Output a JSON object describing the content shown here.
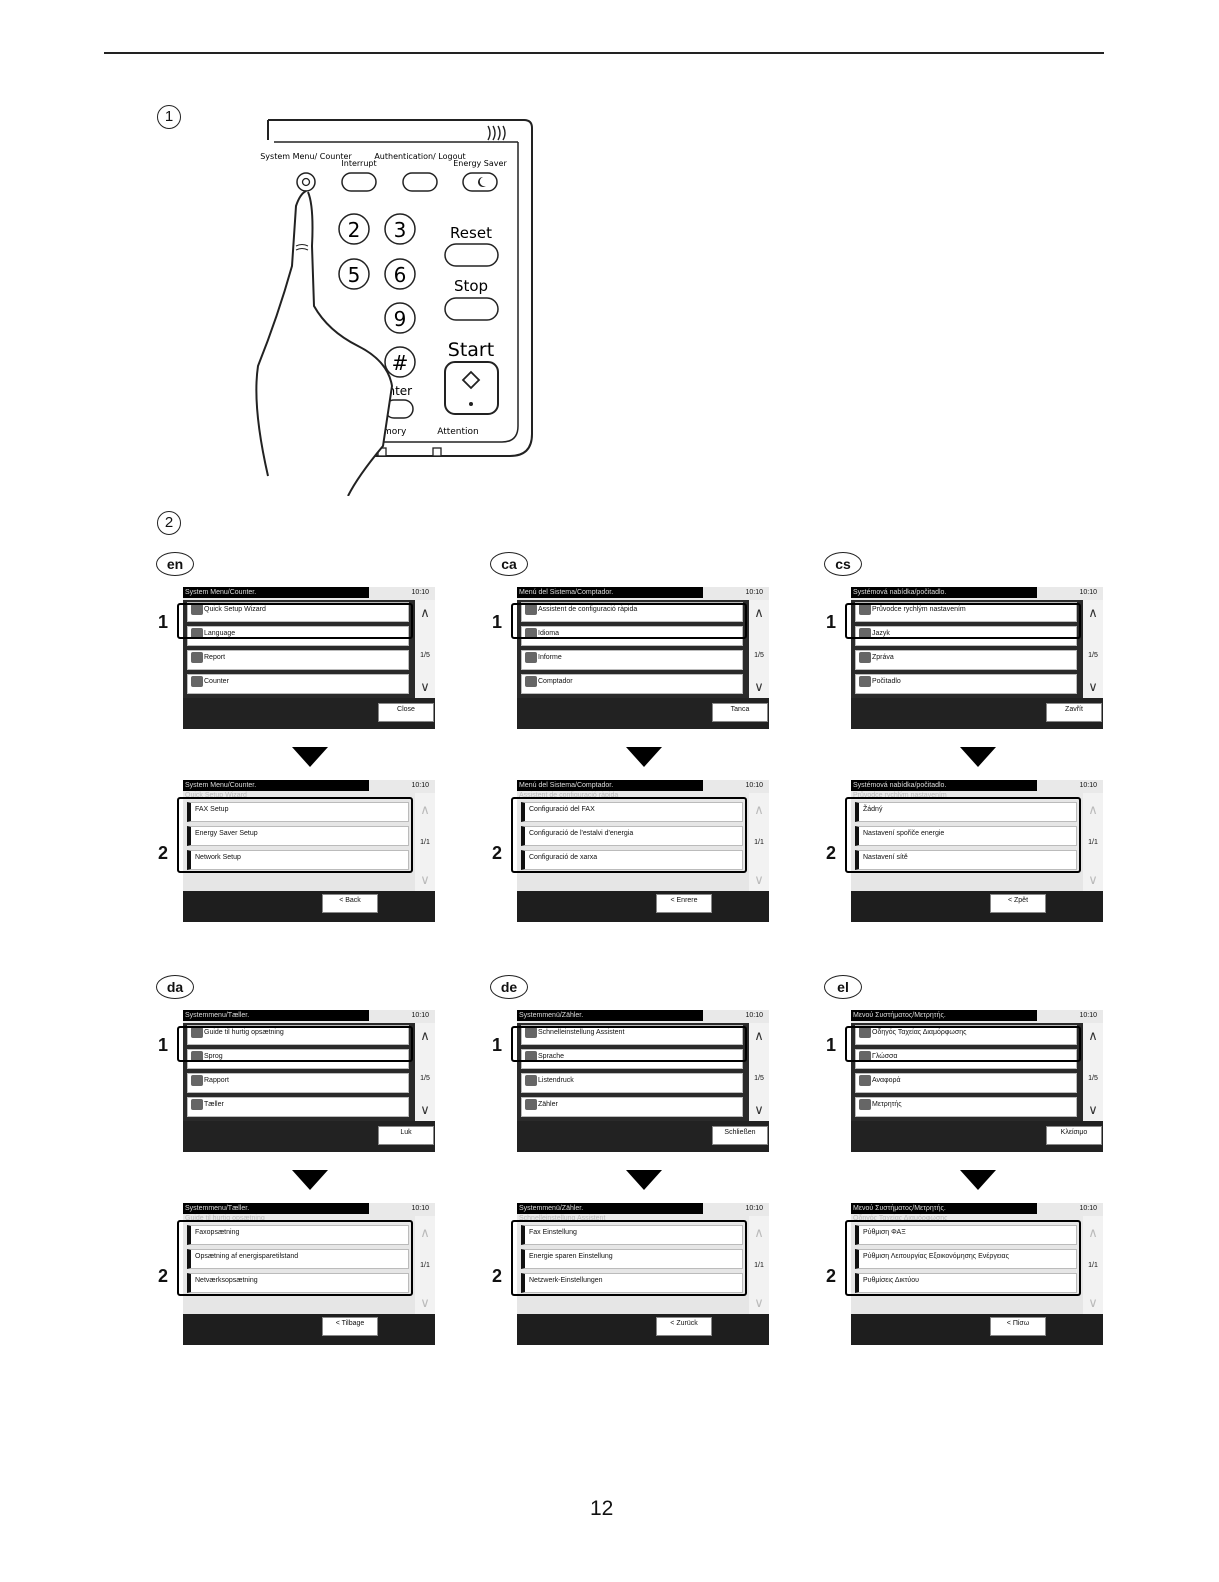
{
  "markers": {
    "step_one": "1",
    "step_two": "2"
  },
  "control_panel": {
    "buttons": [
      "System Menu/ Counter",
      "Interrupt",
      "Authentication/ Logout",
      "Energy Saver"
    ],
    "keys": [
      "2",
      "3",
      "5",
      "6",
      "9",
      "#"
    ],
    "reset_label": "Reset",
    "stop_label": "Stop",
    "start_label": "Start",
    "enter_label": "Enter",
    "memory_label": "Memory",
    "attention_label": "Attention"
  },
  "languages": [
    {
      "code": "en",
      "screen1": {
        "title": "System Menu/Counter.",
        "time": "10:10",
        "page": "1/5",
        "items": [
          "Quick Setup Wizard",
          "Language",
          "Report",
          "Counter"
        ],
        "button": "Close"
      },
      "screen2": {
        "title": "System Menu/Counter.",
        "subtitle": "Quick Setup Wizard",
        "time": "10:10",
        "page": "1/1",
        "items": [
          "FAX Setup",
          "Energy Saver Setup",
          "Network Setup"
        ],
        "button": "< Back"
      }
    },
    {
      "code": "ca",
      "screen1": {
        "title": "Menú del Sistema/Comptador.",
        "time": "10:10",
        "page": "1/5",
        "items": [
          "Assistent de configuració ràpida",
          "Idioma",
          "Informe",
          "Comptador"
        ],
        "button": "Tanca"
      },
      "screen2": {
        "title": "Menú del Sistema/Comptador.",
        "subtitle": "Assistent de configuració ràpida",
        "time": "10:10",
        "page": "1/1",
        "items": [
          "Configuració del FAX",
          "Configuració de l'estalvi d'energia",
          "Configuració de xarxa"
        ],
        "button": "< Enrere"
      }
    },
    {
      "code": "cs",
      "screen1": {
        "title": "Systémová nabídka/počitadlo.",
        "time": "10:10",
        "page": "1/5",
        "items": [
          "Průvodce rychlým nastavením",
          "Jazyk",
          "Zpráva",
          "Počitadlo"
        ],
        "button": "Zavřít"
      },
      "screen2": {
        "title": "Systémová nabídka/počitadlo.",
        "subtitle": "Průvodce rychlým nastavením",
        "time": "10:10",
        "page": "1/1",
        "items": [
          "Žádný",
          "Nastavení spořiče energie",
          "Nastavení sítě"
        ],
        "button": "< Zpět"
      }
    },
    {
      "code": "da",
      "screen1": {
        "title": "Systemmenu/Tæller.",
        "time": "10:10",
        "page": "1/5",
        "items": [
          "Guide til hurtig opsætning",
          "Sprog",
          "Rapport",
          "Tæller"
        ],
        "button": "Luk"
      },
      "screen2": {
        "title": "Systemmenu/Tæller.",
        "subtitle": "Guide til hurtig opsætning",
        "time": "10:10",
        "page": "1/1",
        "items": [
          "Faxopsætning",
          "Opsætning af energisparetilstand",
          "Netværksopsætning"
        ],
        "button": "< Tilbage"
      }
    },
    {
      "code": "de",
      "screen1": {
        "title": "Systemmenü/Zähler.",
        "time": "10:10",
        "page": "1/5",
        "items": [
          "Schnelleinstellung Assistent",
          "Sprache",
          "Listendruck",
          "Zähler"
        ],
        "button": "Schließen"
      },
      "screen2": {
        "title": "Systemmenü/Zähler.",
        "subtitle": "Schnelleinstellung Assistent",
        "time": "10:10",
        "page": "1/1",
        "items": [
          "Fax Einstellung",
          "Energie sparen Einstellung",
          "Netzwerk-Einstellungen"
        ],
        "button": "< Zurück"
      }
    },
    {
      "code": "el",
      "screen1": {
        "title": "Μενού Συστήματος/Μετρητής.",
        "time": "10:10",
        "page": "1/5",
        "items": [
          "Οδηγός Ταχείας Διαμόρφωσης",
          "Γλώσσα",
          "Αναφορά",
          "Μετρητής"
        ],
        "button": "Κλείσιμο"
      },
      "screen2": {
        "title": "Μενού Συστήματος/Μετρητής.",
        "subtitle": "Οδηγός Ταχείας Διαμόρφωσης",
        "time": "10:10",
        "page": "1/1",
        "items": [
          "Ρύθμιση ΦΑΞ",
          "Ρύθμιση Λειτουργίας Εξοικονόμησης Ενέργειας",
          "Ρυθμίσεις Δικτύου"
        ],
        "button": "< Πίσω"
      }
    }
  ],
  "page_number": "12"
}
